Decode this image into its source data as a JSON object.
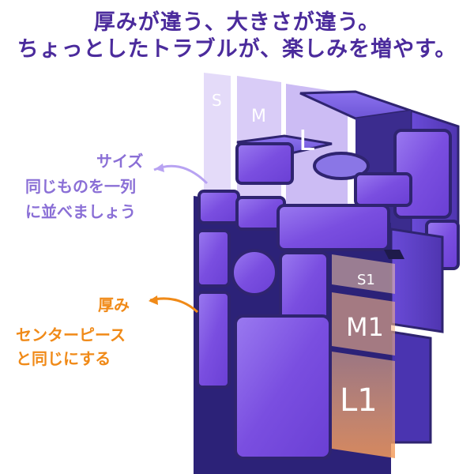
{
  "headline": {
    "line1": "厚みが違う、大きさが違う。",
    "line2": "ちょっとしたトラブルが、楽しみを増やす。"
  },
  "size_note": {
    "line1": "サイズ",
    "line2": "同じものを一列",
    "line3": "に並べましょう"
  },
  "thickness_note": {
    "line1": "厚み",
    "line2": "センターピース",
    "line3": "と同じにする"
  },
  "size_strips": {
    "s": "S",
    "m": "M",
    "l": "L"
  },
  "thickness_strips": {
    "s1": "S1",
    "m1": "M1",
    "l1": "L1"
  },
  "colors": {
    "headline": "#4b2b9c",
    "size_note": "#8a6fd6",
    "thickness_note": "#f08a18",
    "cube_face": "#7a4ee0",
    "cube_body": "#3a2a8a"
  },
  "icons": {
    "logo": "gan-logo-icon"
  }
}
